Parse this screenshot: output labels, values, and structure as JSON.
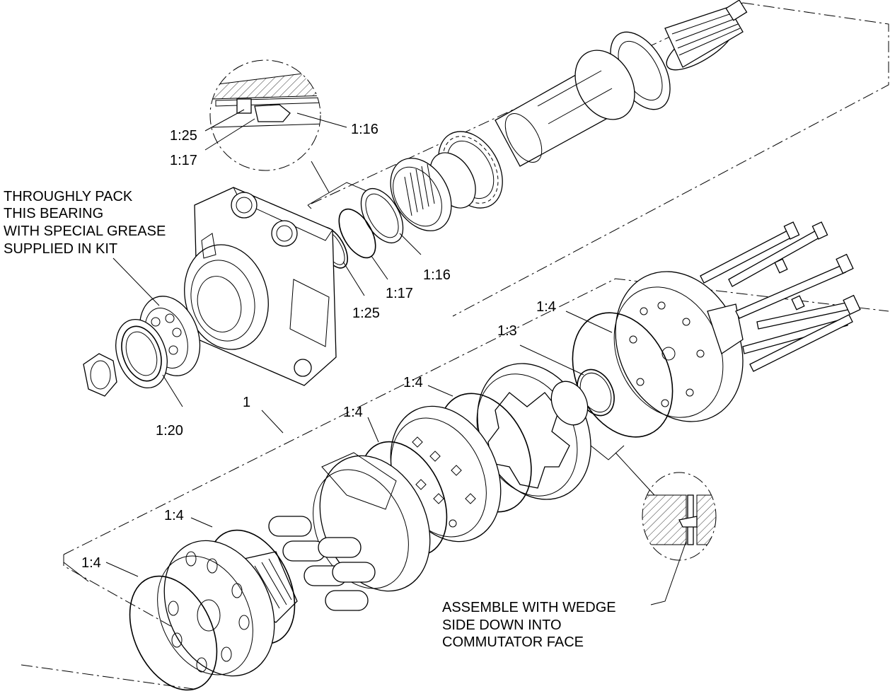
{
  "callouts": {
    "c1_25_top": "1:25",
    "c1_17_top": "1:17",
    "c1_16_top": "1:16",
    "c1_16": "1:16",
    "c1_17": "1:17",
    "c1_25": "1:25",
    "c1_20": "1:20",
    "c1": "1",
    "c1_4_a": "1:4",
    "c1_3": "1:3",
    "c1_4_b": "1:4",
    "c1_4_c": "1:4",
    "c1_4_d": "1:4",
    "c1_4_e": "1:4"
  },
  "notes": {
    "bearing": [
      "THROUGHLY PACK",
      "THIS BEARING",
      "WITH SPECIAL GREASE",
      "SUPPLIED IN KIT"
    ],
    "wedge": [
      "ASSEMBLE WITH WEDGE",
      "SIDE  DOWN INTO",
      "COMMUTATOR FACE"
    ]
  }
}
